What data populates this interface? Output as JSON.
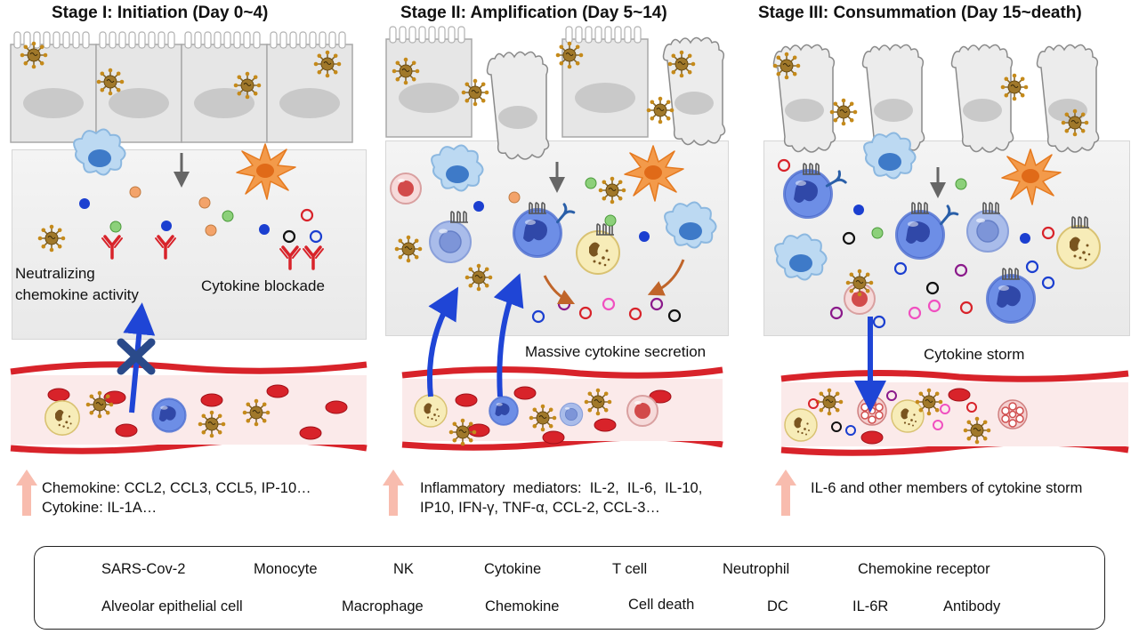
{
  "stages": [
    {
      "title": "Stage I: Initiation (Day 0~4)"
    },
    {
      "title": "Stage II: Amplification (Day 5~14)"
    },
    {
      "title": "Stage III: Consummation (Day 15~death)"
    }
  ],
  "stage1": {
    "label_neutralizing": "Neutralizing",
    "label_chemokine_activity": "chemokine activity",
    "label_cytokine_blockade": "Cytokine blockade",
    "mediators_line1": "Chemokine: CCL2, CCL3, CCL5, IP-10…",
    "mediators_line2": "Cytokine: IL-1A…"
  },
  "stage2": {
    "label_secretion": "Massive cytokine secretion",
    "mediators_line1": "Inflammatory  mediators:  IL-2,  IL-6,  IL-10,",
    "mediators_line2": "IP10, IFN-γ, TNF-α, CCL-2, CCL-3…"
  },
  "stage3": {
    "label_storm": "Cytokine storm",
    "mediators_line1": "IL-6 and other members of cytokine storm"
  },
  "legend": {
    "sars": "SARS-Cov-2",
    "monocyte": "Monocyte",
    "nk": "NK",
    "cytokine": "Cytokine",
    "tcell": "T cell",
    "neutrophil": "Neutrophil",
    "chemokine_receptor": "Chemokine receptor",
    "epithelial": "Alveolar epithelial cell",
    "macrophage": "Macrophage",
    "chemokine": "Chemokine",
    "cell_death": "Cell death",
    "dc": "DC",
    "il6r": "IL-6R",
    "antibody": "Antibody"
  },
  "colors": {
    "virus": "#a0782a",
    "monocyte": "#5577cc",
    "macrophage": "#a9cdea",
    "dc": "#f08a3c",
    "tcell": "#d06060",
    "neutrophil": "#f5e7a0",
    "antibody": "#dd1f2a",
    "arrow_blue": "#1f45d6",
    "vessel": "#d8232a",
    "up_arrow": "#f7b8a8"
  }
}
